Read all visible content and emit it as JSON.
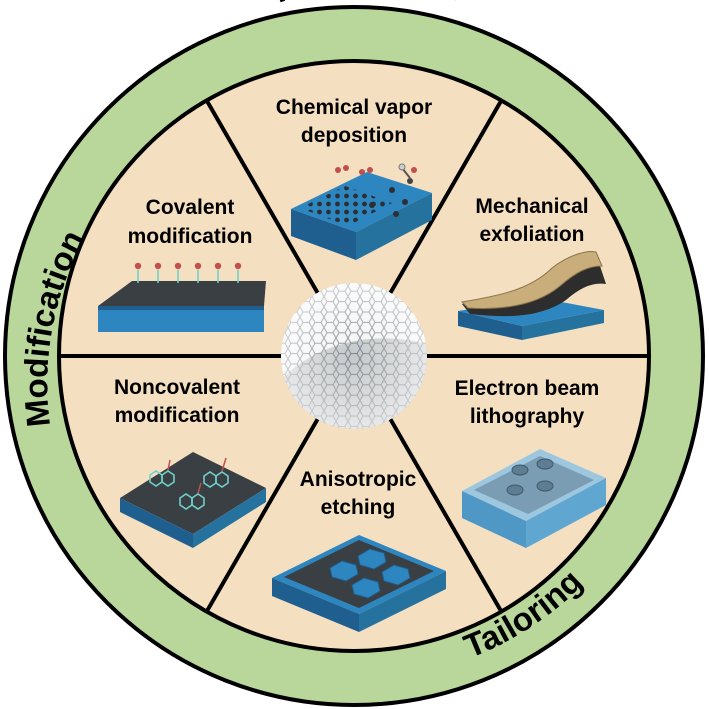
{
  "ring": {
    "top": "Preparation",
    "left": "Modification",
    "bottom": "Tailoring"
  },
  "sectors": {
    "cvd": {
      "line1": "Chemical vapor",
      "line2": "deposition"
    },
    "mechanical": {
      "line1": "Mechanical",
      "line2": "exfoliation"
    },
    "ebl": {
      "line1": "Electron beam",
      "line2": "lithography"
    },
    "anisotropic": {
      "line1": "Anisotropic",
      "line2": "etching"
    },
    "noncovalent": {
      "line1": "Noncovalent",
      "line2": "modification"
    },
    "covalent": {
      "line1": "Covalent",
      "line2": "modification"
    }
  },
  "colors": {
    "ring": "#b9d79a",
    "inner": "#f5dfc1",
    "substrate_top": "#2e86c1",
    "substrate_side": "#1f5f8f",
    "graphene": "#3a3f44",
    "mesh": "#8e949a",
    "gold": "#c9ae7b"
  }
}
